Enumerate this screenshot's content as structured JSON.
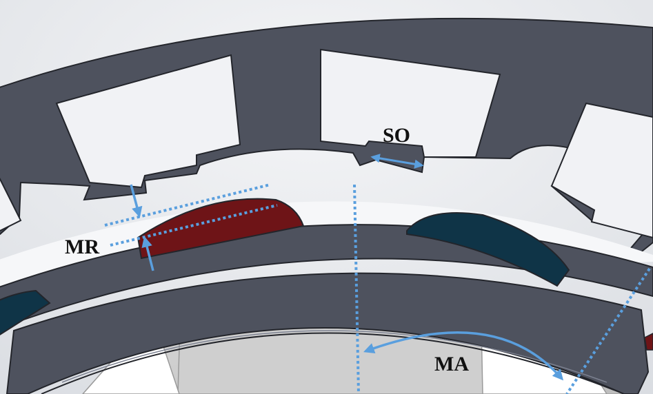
{
  "labels": {
    "slot_opening": "SO",
    "magnet_radius": "MR",
    "magnet_angle": "MA"
  },
  "colors": {
    "background_light": "#f4f5f7",
    "background_shade": "#dadde2",
    "steel": "#4e525e",
    "steel_edge": "#23252b",
    "shaft_light": "#dcdcdc",
    "shaft_shade": "#bdbdbd",
    "magnet_red": "#6e1417",
    "magnet_navy": "#0f3447",
    "dimension_blue": "#5a9fde",
    "label_text": "#111111"
  }
}
